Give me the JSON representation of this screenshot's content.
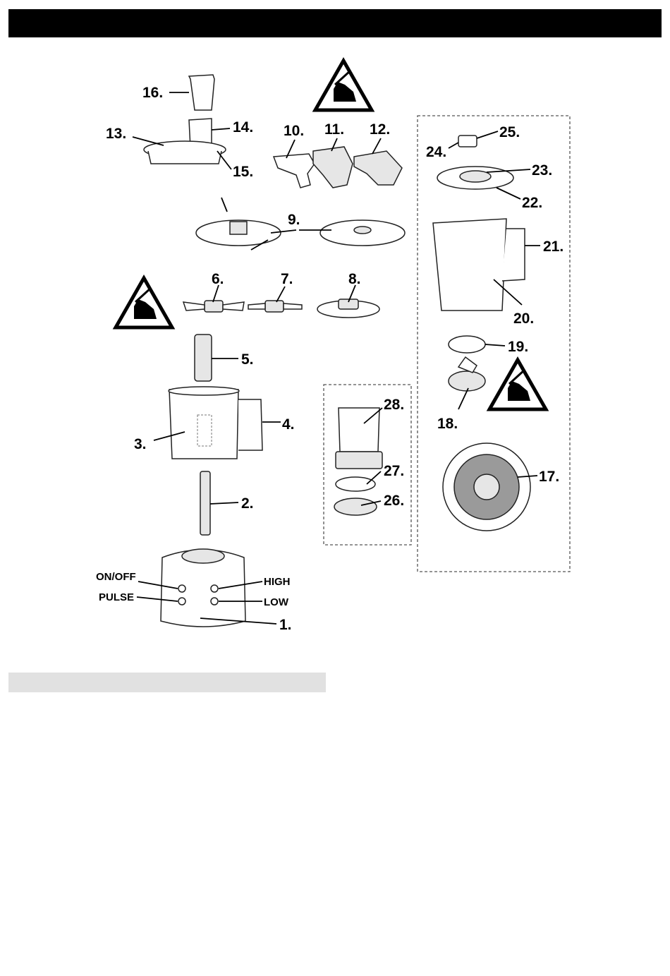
{
  "labels": {
    "p1": "1.",
    "p2": "2.",
    "p3": "3.",
    "p4": "4.",
    "p5": "5.",
    "p6": "6.",
    "p7": "7.",
    "p8": "8.",
    "p9": "9.",
    "p10": "10.",
    "p11": "11.",
    "p12": "12.",
    "p13": "13.",
    "p14": "14.",
    "p15": "15.",
    "p16": "16.",
    "p17": "17.",
    "p18": "18.",
    "p19": "19.",
    "p20": "20.",
    "p21": "21.",
    "p22": "22.",
    "p23": "23.",
    "p24": "24.",
    "p25": "25.",
    "p26": "26.",
    "p27": "27.",
    "p28": "28."
  },
  "controls": {
    "on_off": "ON/OFF",
    "pulse": "PULSE",
    "high": "HIGH",
    "low": "LOW"
  },
  "icons": [
    "warning-hand-cut-icon"
  ],
  "colors": {
    "header_bar": "#000000",
    "section_bar": "#e1e1e1"
  }
}
